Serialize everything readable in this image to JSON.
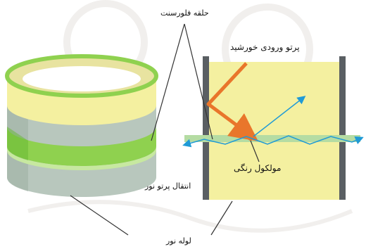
{
  "labels": {
    "fluorescent_ring": "حلقه فلورسنت",
    "incoming_sunlight": "پرتو ورودی خورشید",
    "dye_molecule": "مولکول رنگی",
    "light_transmission": "انتقال پرتو نور",
    "light_pipe": "لوله نور"
  },
  "colors": {
    "yellow_fill": "#f4f0a0",
    "green_ring": "#8fd14f",
    "green_ring_dark": "#66b832",
    "pipe_grey": "#b8c7bd",
    "pipe_grey_dark": "#9eb0a4",
    "dark_bar": "#5a5f63",
    "incoming_ray": "#e9762b",
    "transmitted_ray": "#1f9ad6",
    "molecule_band": "#b5dca3"
  }
}
